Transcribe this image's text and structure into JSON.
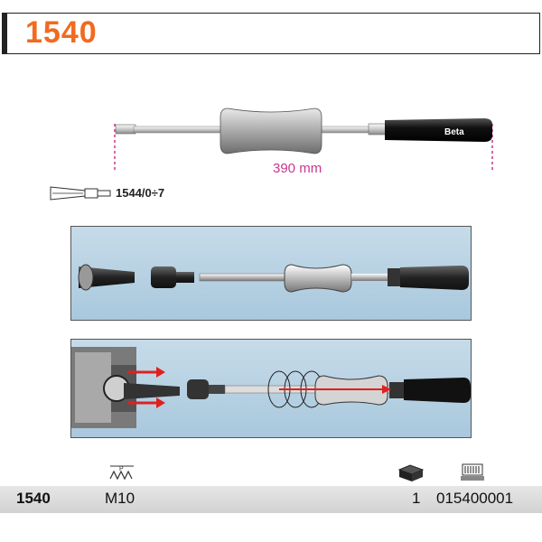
{
  "header": {
    "product_number": "1540"
  },
  "hero": {
    "dimension_label": "390 mm",
    "brand_on_handle": "Beta"
  },
  "accessory": {
    "label": "1544/0÷7",
    "icon": "collet-extractor-icon"
  },
  "panels": [
    {
      "name": "assembly-step-1",
      "icon": "assembled-slide-hammer"
    },
    {
      "name": "assembly-step-2",
      "icon": "extraction-in-use"
    }
  ],
  "footer": {
    "code": "1540",
    "thread": "M10",
    "quantity": "1",
    "ean": "015400001",
    "thread_icon": "thread-pitch-icon",
    "pack_icon": "package-box-icon",
    "barcode_icon": "barcode-terminal-icon"
  },
  "colors": {
    "brand_orange": "#f26a1f",
    "dimension_magenta": "#c8378e",
    "panel_blue": "#b5d0e2",
    "arrow_red": "#e0201f"
  }
}
